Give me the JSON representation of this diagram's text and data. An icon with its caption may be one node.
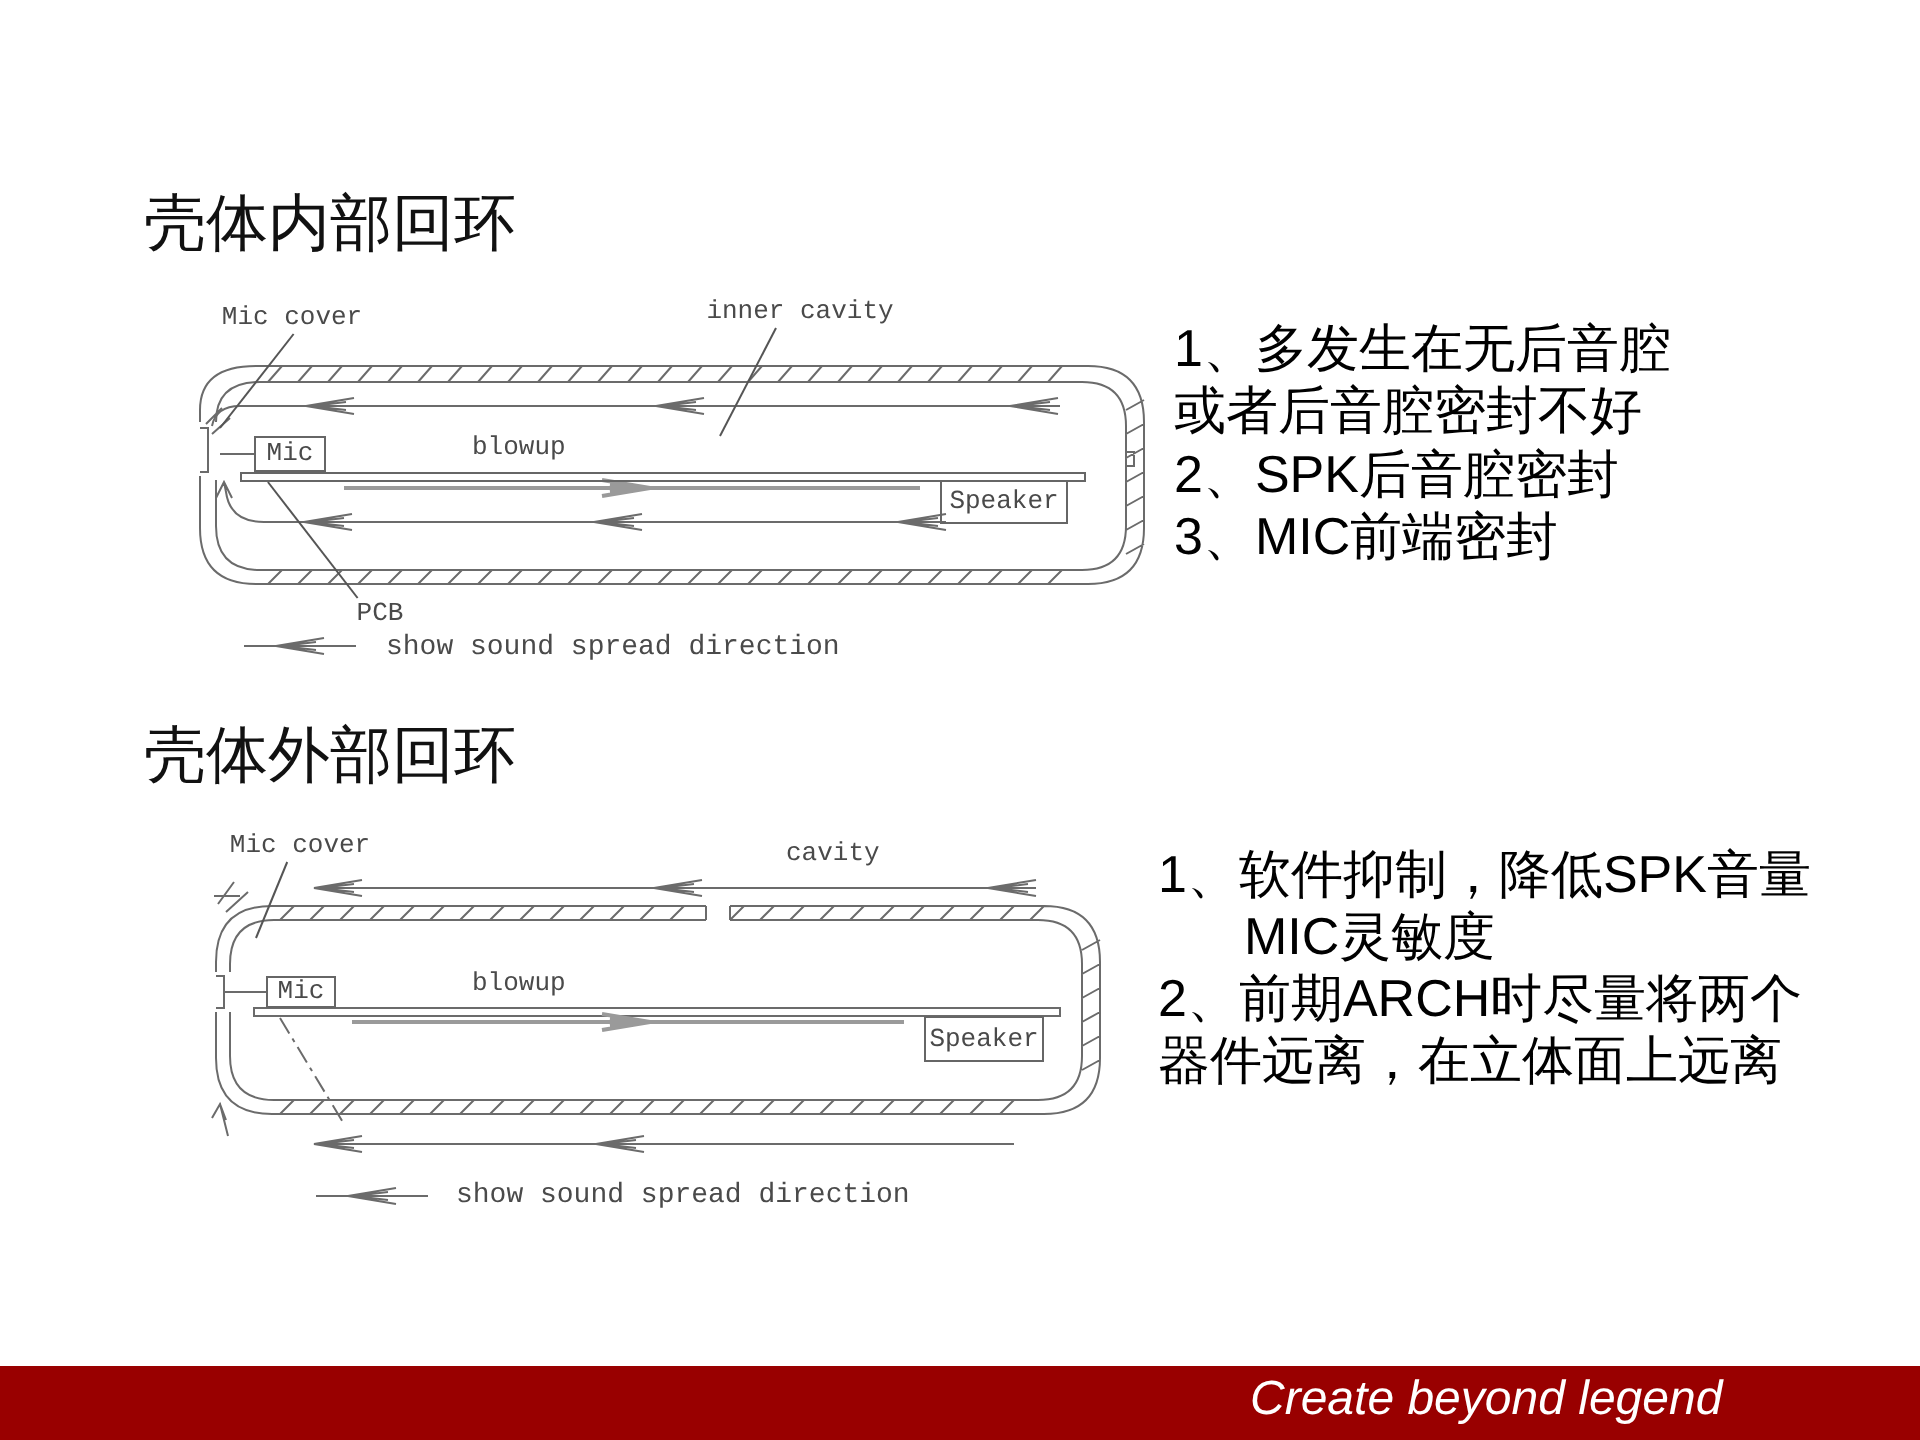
{
  "diagram": {
    "nodes": [
      {
        "text": [
          "Mic cover"
        ]
      },
      {
        "text": [
          "inner cavity"
        ]
      },
      {
        "text": [
          "Mic"
        ]
      },
      {
        "text": [
          "Speaker"
        ]
      },
      {
        "text": [
          "PCB"
        ]
      },
      {
        "text": [],
        "shape": "bar"
      },
      {
        "text": [
          "Mic cover"
        ]
      },
      {
        "text": [
          "Mic"
        ]
      },
      {
        "text": [
          "Speaker"
        ]
      }
    ],
    "edges": [
      {
        "from": 0,
        "to": null,
        "arrow": "none"
      },
      {
        "from": 1,
        "to": null,
        "arrow": "none"
      },
      {
        "from": 4,
        "to": 5,
        "arrow": "none"
      },
      {
        "from": 6,
        "to": null,
        "arrow": "none"
      }
    ],
    "labels": [
      "壳体内部回环",
      "blowup",
      "1、多发生在无后音腔或者后音腔密封不好",
      "2、SPK后音腔密封",
      "3、MIC前端密封",
      "壳体外部回环",
      "cavity",
      "blowup",
      "1、软件抑制，降低SPK音量MIC灵敏度",
      "2、前期ARCH时尽量将两个器件远离，在立体面上远离",
      "Create beyond legend"
    ],
    "legend": [
      {
        "text": "show sound spread direction"
      },
      {
        "text": "show sound spread direction"
      }
    ]
  }
}
